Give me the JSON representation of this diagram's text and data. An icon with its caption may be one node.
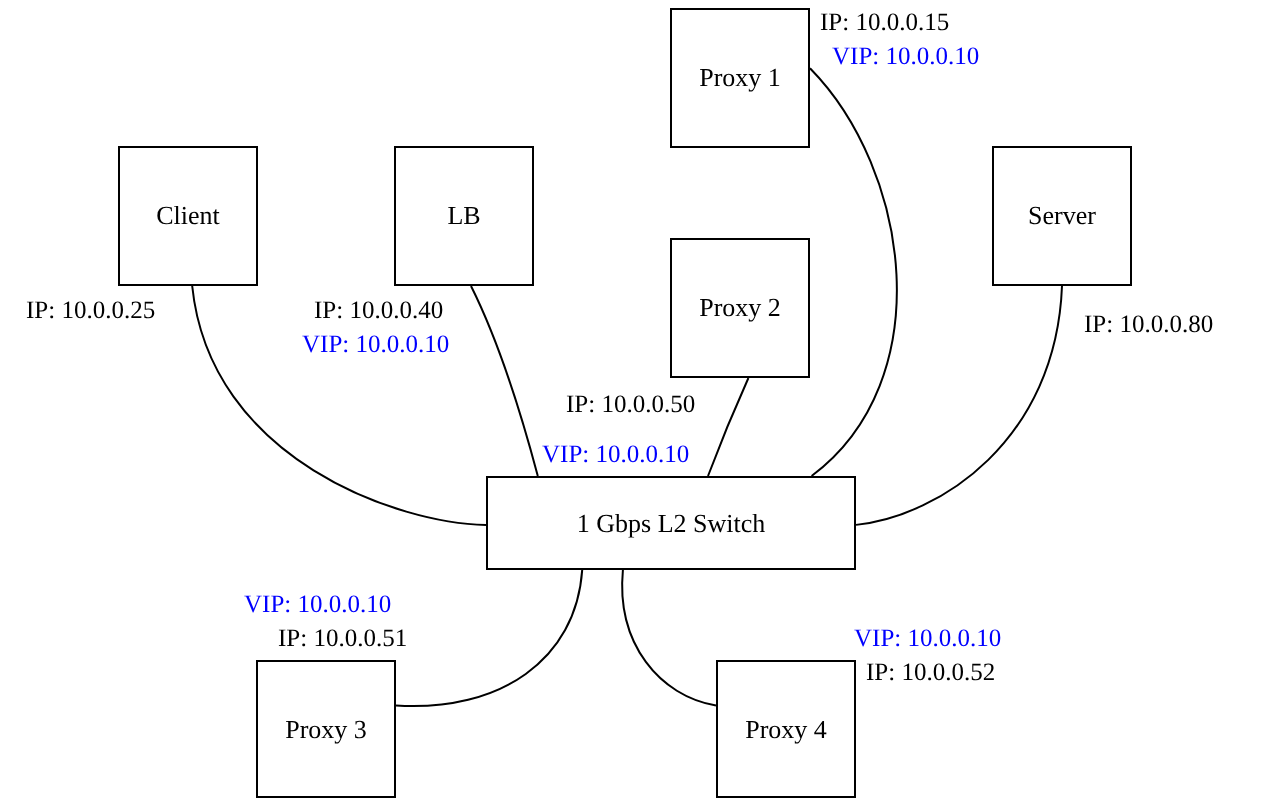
{
  "diagram": {
    "nodes": [
      {
        "text": [
          "Proxy 1"
        ],
        "beside": [
          "IP: 10.0.0.15",
          "VIP: 10.0.0.10"
        ]
      },
      {
        "text": [
          "Client"
        ],
        "beside": [
          "IP: 10.0.0.25"
        ]
      },
      {
        "text": [
          "LB"
        ],
        "beside": [
          "IP: 10.0.0.40",
          "VIP: 10.0.0.10"
        ]
      },
      {
        "text": [
          "Proxy 2"
        ],
        "beside": [
          "IP: 10.0.0.50"
        ]
      },
      {
        "text": [
          "Server"
        ],
        "beside": [
          "IP: 10.0.0.80"
        ]
      },
      {
        "text": [
          "1 Gbps L2 Switch"
        ]
      },
      {
        "text": [
          "Proxy 3"
        ],
        "beside": [
          "VIP: 10.0.0.10",
          "IP: 10.0.0.51"
        ]
      },
      {
        "text": [
          "Proxy 4"
        ],
        "beside": [
          "VIP: 10.0.0.10",
          "IP: 10.0.0.52"
        ]
      }
    ],
    "edges": [
      {
        "from": 1,
        "to": 5,
        "arrow": "none"
      },
      {
        "from": 2,
        "to": 5,
        "arrow": "none"
      },
      {
        "from": 0,
        "to": 5,
        "arrow": "none"
      },
      {
        "from": 3,
        "to": 5,
        "arrow": "none"
      },
      {
        "from": 4,
        "to": 5,
        "arrow": "none"
      },
      {
        "from": 5,
        "to": 6,
        "arrow": "none"
      },
      {
        "from": 5,
        "to": 7,
        "arrow": "none"
      }
    ],
    "labels": [
      "VIP: 10.0.0.10"
    ]
  }
}
